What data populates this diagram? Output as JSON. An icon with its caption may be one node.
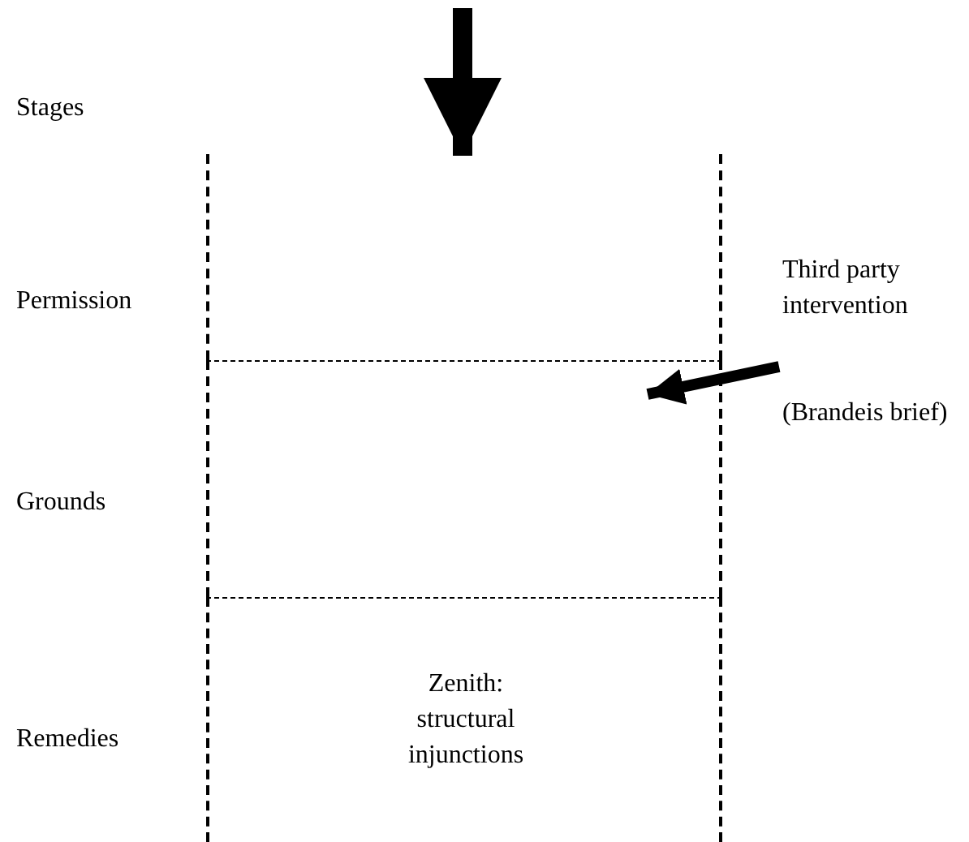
{
  "diagram": {
    "nodes": [
      {
        "text": [],
        "shape": "box"
      },
      {
        "text": [],
        "shape": "box"
      },
      {
        "text": [
          "Zenith: structural injunctions"
        ]
      },
      {
        "text": [
          "Third party intervention",
          "(Brandeis brief)"
        ]
      }
    ],
    "edges": [
      {
        "from": null,
        "to": 0,
        "arrow": "to"
      },
      {
        "from": 3,
        "to": 1,
        "arrow": "to"
      }
    ],
    "labels": [
      "Stages",
      "Permission",
      "Grounds",
      "Remedies"
    ]
  }
}
